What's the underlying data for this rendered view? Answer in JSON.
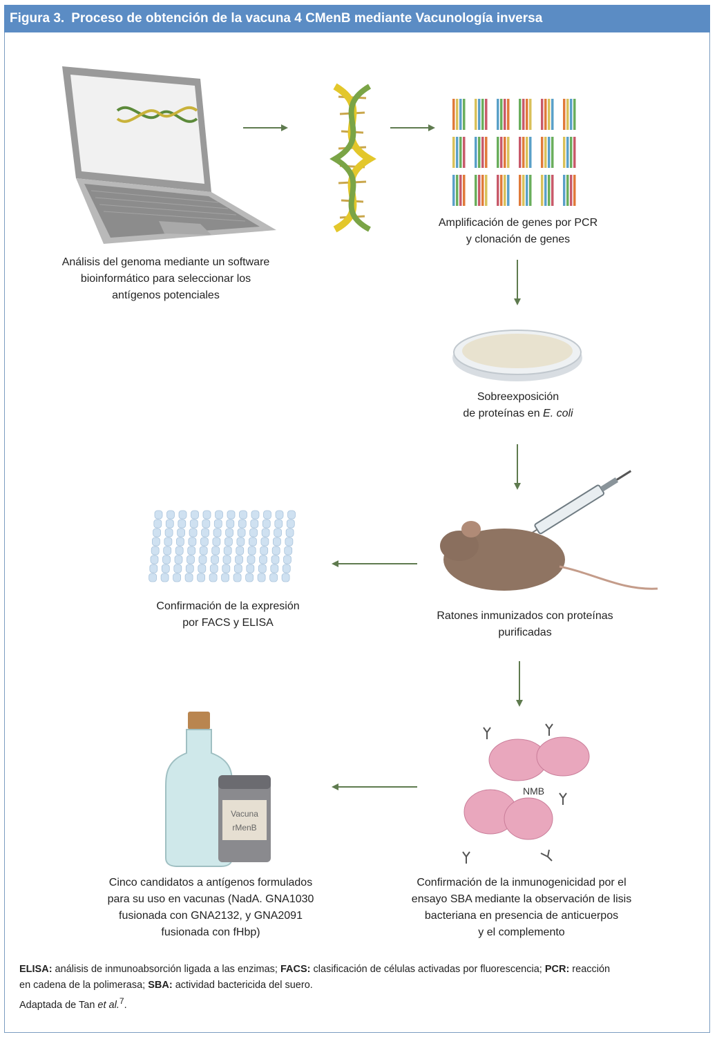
{
  "header": {
    "figure_label": "Figura 3.",
    "title": "Proceso de obtención de la vacuna 4 CMenB mediante Vacunología inversa"
  },
  "steps": {
    "genome": [
      "Análisis del genoma mediante un software",
      "bioinformático para seleccionar los",
      "antígenos potenciales"
    ],
    "pcr": [
      "Amplificación de genes por PCR",
      "y clonación de genes"
    ],
    "overexpression": {
      "line1": "Sobreexposición",
      "line2_prefix": "de proteínas en ",
      "line2_italic": "E. coli"
    },
    "mice": [
      "Ratones inmunizados con proteínas",
      "purificadas"
    ],
    "facs": [
      "Confirmación de la expresión",
      "por FACS y ELISA"
    ],
    "sba": [
      "Confirmación de la inmunogenicidad por el",
      "ensayo SBA mediante la observación de lisis",
      "bacteriana en presencia de anticuerpos",
      "y el complemento"
    ],
    "candidates": [
      "Cinco candidatos a antígenos formulados",
      "para su uso en vacunas (NadA. GNA1030",
      "fusionada con GNA2132, y GNA2091",
      "fusionada con fHbp)"
    ]
  },
  "image_labels": {
    "bacteria": "NMB",
    "vial_line1": "Vacuna",
    "vial_line2": "rMenB"
  },
  "footer": {
    "line1": [
      {
        "abbr": "ELISA:",
        "text": " análisis de inmunoabsorción ligada a las enzimas; "
      },
      {
        "abbr": "FACS:",
        "text": " clasificación de células activadas por fluorescencia; "
      },
      {
        "abbr": "PCR:",
        "text": " reacción"
      }
    ],
    "line2": [
      {
        "abbr": "",
        "text": "en cadena de la polimerasa; "
      },
      {
        "abbr": "SBA:",
        "text": " actividad bactericida del suero."
      }
    ],
    "source_prefix": "Adaptada de Tan ",
    "source_italic": "et al.",
    "source_sup": "7",
    "source_suffix": "."
  },
  "colors": {
    "header_bg": "#5b8cc4",
    "arrow": "#5e7a4e",
    "bacteria": "#e9a7bd"
  }
}
